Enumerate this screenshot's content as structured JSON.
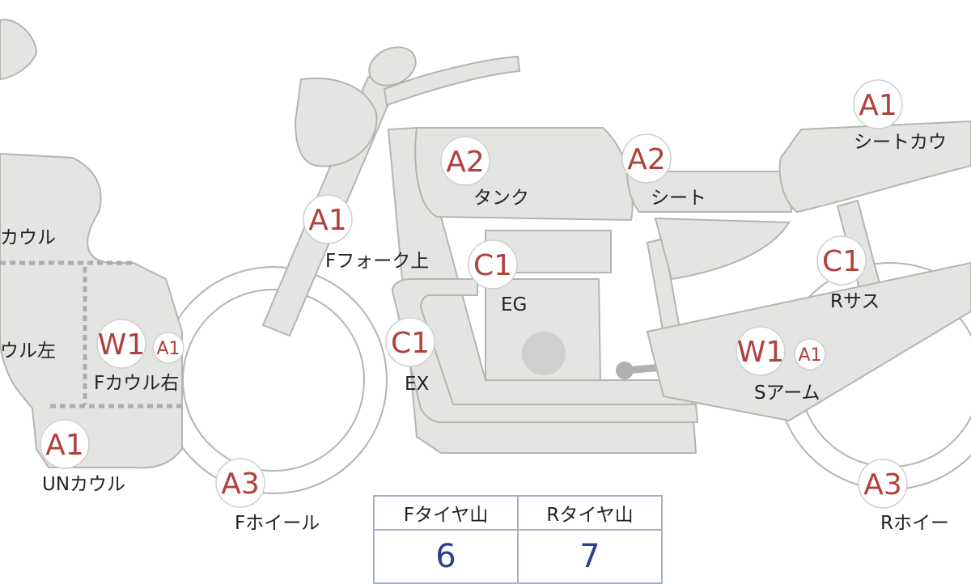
{
  "badges": {
    "f_cowl_right_w": "W1",
    "f_cowl_right_a": "A1",
    "un_cowl": "A1",
    "f_wheel": "A3",
    "f_fork_upper": "A1",
    "ex": "C1",
    "eg": "C1",
    "tank": "A2",
    "seat": "A2",
    "seat_cowl": "A1",
    "r_sus": "C1",
    "s_arm_w": "W1",
    "s_arm_a": "A1",
    "r_wheel": "A3"
  },
  "labels": {
    "cowl_top": "カウル",
    "cowl_left": "ウル左",
    "f_cowl_right": "Fカウル右",
    "un_cowl": "UNカウル",
    "f_wheel": "Fホイール",
    "f_fork_upper": "Fフォーク上",
    "ex": "EX",
    "eg": "EG",
    "tank": "タンク",
    "seat": "シート",
    "seat_cowl": "シートカウ",
    "r_sus": "Rサス",
    "s_arm": "Sアーム",
    "r_wheel": "Rホイー"
  },
  "tire_table": {
    "headers": [
      "Fタイヤ山",
      "Rタイヤ山"
    ],
    "values": [
      "6",
      "7"
    ]
  },
  "colors": {
    "damage_code": "#b0403c",
    "tire_value": "#2d3f8c",
    "part_fill": "#e4e4e2",
    "part_outline": "#b4b4b0"
  }
}
